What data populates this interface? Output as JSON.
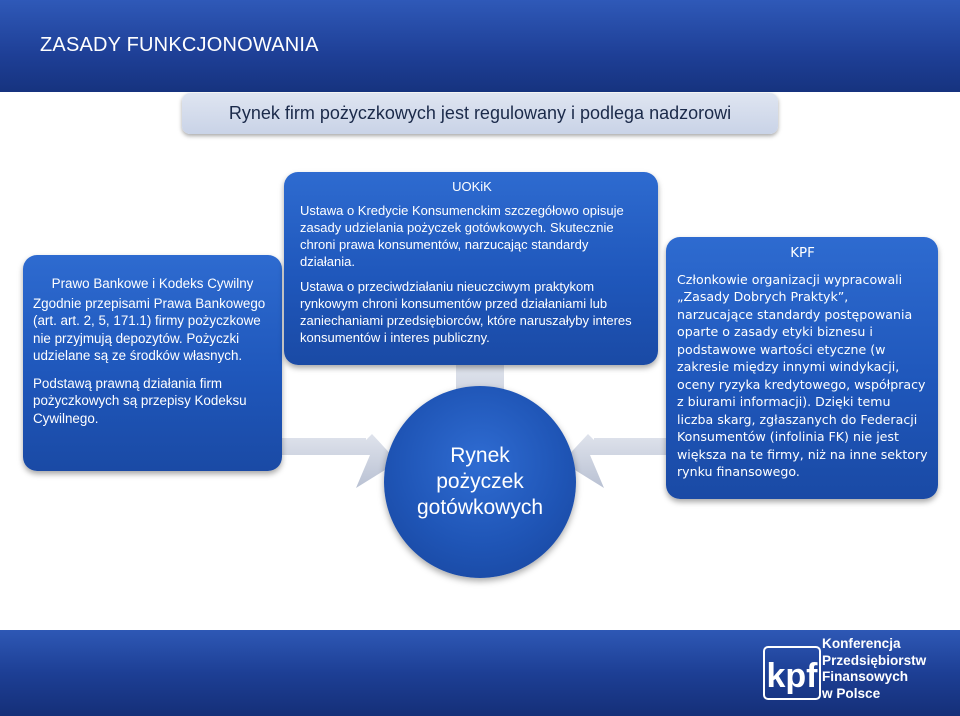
{
  "header": {
    "title": "ZASADY FUNKCJONOWANIA"
  },
  "banner": {
    "text": "Rynek firm pożyczkowych jest regulowany i podlega nadzorowi"
  },
  "left_box": {
    "title": "Prawo Bankowe i Kodeks Cywilny",
    "p1": "Zgodnie przepisami  Prawa Bankowego (art. art. 2, 5, 171.1) firmy pożyczkowe nie przyjmują depozytów. Pożyczki udzielane są ze środków własnych.",
    "p2": "Podstawą prawną działania firm pożyczkowych są przepisy Kodeksu Cywilnego."
  },
  "center_box": {
    "title": "UOKiK",
    "p1": "Ustawa o Kredycie Konsumenckim szczegółowo opisuje zasady udzielania pożyczek gotówkowych. Skutecznie chroni prawa konsumentów, narzucając standardy działania.",
    "p2": "Ustawa o przeciwdziałaniu nieuczciwym praktykom rynkowym chroni konsumentów przed działaniami lub zaniechaniami przedsiębiorców, które naruszałyby interes konsumentów i interes publiczny."
  },
  "right_box": {
    "title": "KPF",
    "text": "Członkowie organizacji  wypracowali „Zasady Dobrych Praktyk”, narzucające standardy postępowania oparte o zasady etyki biznesu i podstawowe wartości etyczne (w zakresie między innymi windykacji, oceny ryzyka kredytowego, współpracy z biurami informacji). Dzięki temu liczba skarg, zgłaszanych do Federacji Konsumentów (infolinia FK) nie jest większa na te firmy, niż na inne sektory rynku finansowego."
  },
  "center_circle": {
    "text": "Rynek pożyczek gotówkowych"
  },
  "footer": {
    "logo_mark": "kpf",
    "logo_lines": [
      "Konferencja",
      "Przedsiębiorstw",
      "Finansowych",
      "w Polsce"
    ]
  },
  "colors": {
    "primary_blue": "#1f57bb",
    "arrow_gray": "#c9cfdc",
    "banner_bg": "#d6ddee"
  }
}
